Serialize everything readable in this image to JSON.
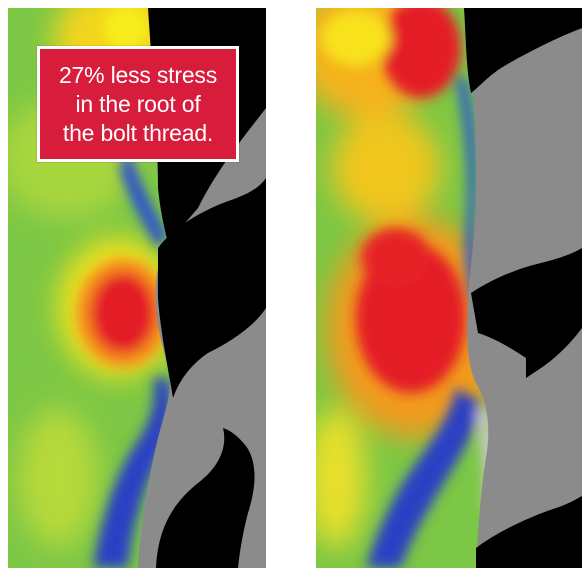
{
  "callout": {
    "lines": [
      "27% less stress",
      "in the root of",
      "the bolt thread."
    ]
  },
  "colors": {
    "callout_background": "#d81c3b",
    "callout_text": "#ffffff",
    "thread_black": "#000000",
    "bolt_gray": "#8c8c8c",
    "stress_low": "#1e3cc8",
    "stress_mid": "#7fc843",
    "stress_high": "#e41e26"
  }
}
